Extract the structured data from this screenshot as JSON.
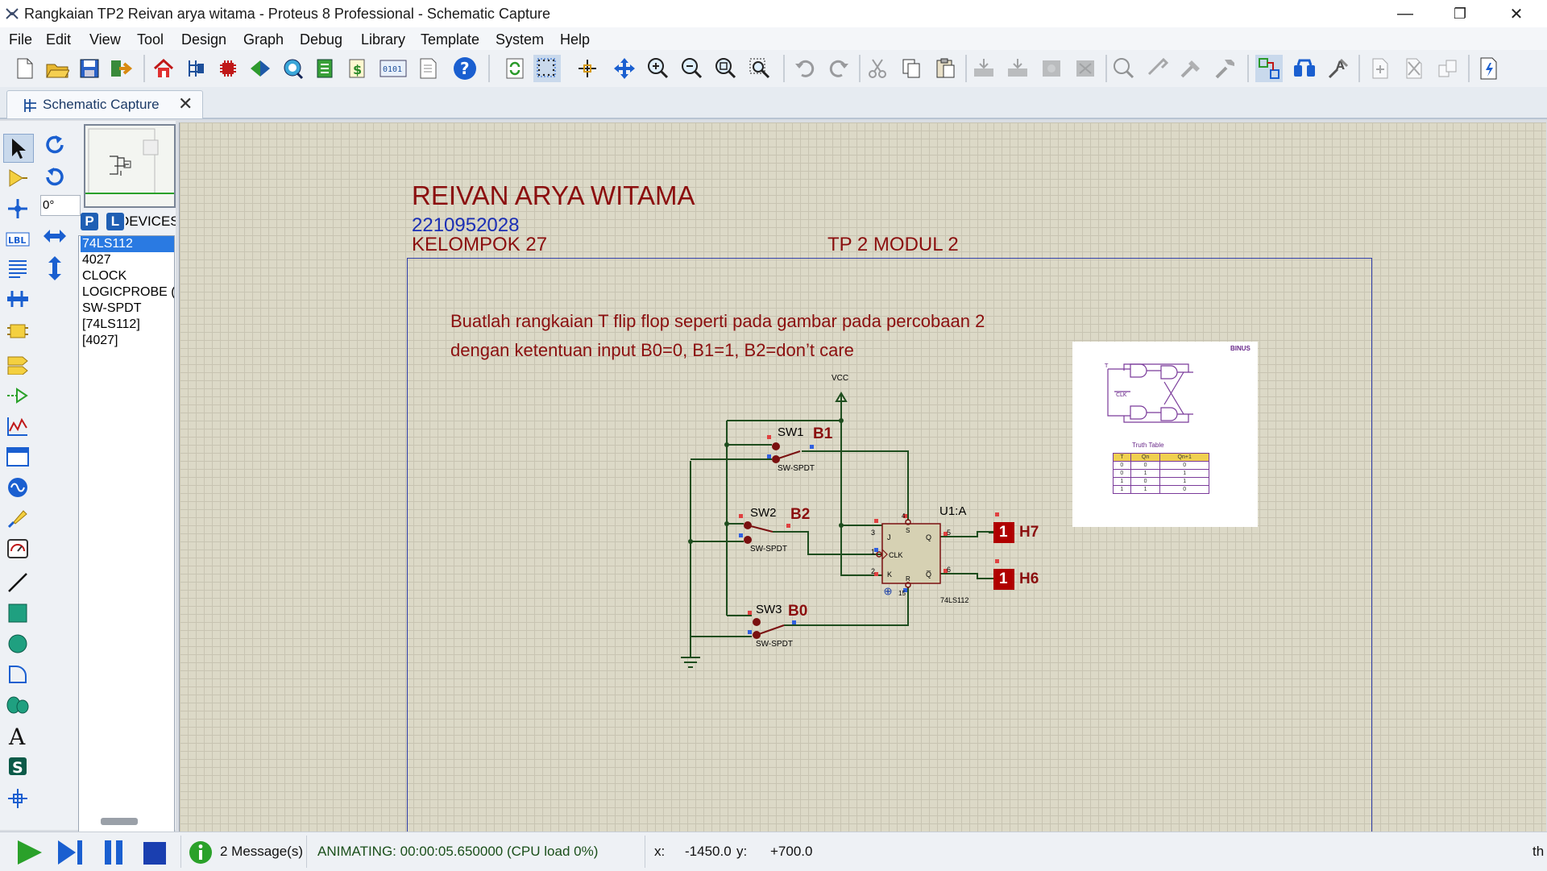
{
  "window": {
    "title": "Rangkaian TP2 Reivan arya witama - Proteus 8 Professional - Schematic Capture",
    "controls": {
      "minimize": "—",
      "restore": "❐",
      "close": "✕"
    }
  },
  "menu": [
    "File",
    "Edit",
    "View",
    "Tool",
    "Design",
    "Graph",
    "Debug",
    "Library",
    "Template",
    "System",
    "Help"
  ],
  "tab": {
    "label": "Schematic Capture",
    "close": "✕"
  },
  "sidebar": {
    "rotation_angle": "0°",
    "picker_buttons": [
      "P",
      "L"
    ],
    "devices_header": "DEVICES",
    "devices": [
      "74LS112",
      "4027",
      "CLOCK",
      "LOGICPROBE (",
      "SW-SPDT",
      "[74LS112]",
      "[4027]"
    ],
    "selected_device": "74LS112"
  },
  "schematic": {
    "name": "REIVAN ARYA WITAMA",
    "nim": "2210952028",
    "group": "KELOMPOK 27",
    "tp": "TP 2 MODUL 2",
    "instruction_line1": "Buatlah rangkaian T flip flop seperti pada gambar pada percobaan 2",
    "instruction_line2": "dengan ketentuan input B0=0, B1=1, B2=don’t care",
    "vcc_label": "VCC",
    "switches": [
      {
        "ref": "SW1",
        "type": "SW-SPDT",
        "input": "B1"
      },
      {
        "ref": "SW2",
        "type": "SW-SPDT",
        "input": "B2"
      },
      {
        "ref": "SW3",
        "type": "SW-SPDT",
        "input": "B0"
      }
    ],
    "ic": {
      "ref": "U1:A",
      "part": "74LS112",
      "pins": {
        "j": "J",
        "clk": "CLK",
        "k": "K",
        "s": "S",
        "r": "R",
        "q": "Q",
        "qbar": "Q̅"
      },
      "pin_numbers": {
        "j": "3",
        "clk": "1",
        "k": "2",
        "s": "4",
        "r": "15",
        "q": "5",
        "qbar": "6"
      }
    },
    "probes": [
      {
        "value": "1",
        "label": "H7"
      },
      {
        "value": "1",
        "label": "H6"
      }
    ],
    "reference_image": {
      "brand": "BINUS",
      "t_label": "T",
      "clk_label": "CLK",
      "table_title": "Truth Table",
      "table_headers": [
        "T",
        "Qn",
        "Qn+1"
      ],
      "table_rows": [
        [
          "0",
          "0",
          "0"
        ],
        [
          "0",
          "1",
          "1"
        ],
        [
          "1",
          "0",
          "1"
        ],
        [
          "1",
          "1",
          "0"
        ]
      ]
    }
  },
  "status": {
    "messages": "2 Message(s)",
    "animation": "ANIMATING: 00:00:05.650000 (CPU load 0%)",
    "x_label": "x:",
    "x_value": "-1450.0",
    "y_label": "y:",
    "y_value": "+700.0",
    "units": "th"
  },
  "colors": {
    "canvas": "#dcd9c7",
    "grid": "#c8c4b2",
    "wire": "#1e4d1e",
    "title_red": "#8b0f0f",
    "title_blue": "#1b2fb5",
    "sheet_border": "#303ea8",
    "probe_red": "#b00000",
    "ic_fill": "#d6d1b3",
    "selection_blue": "#2a7ae2",
    "play_green": "#2aa12a"
  }
}
